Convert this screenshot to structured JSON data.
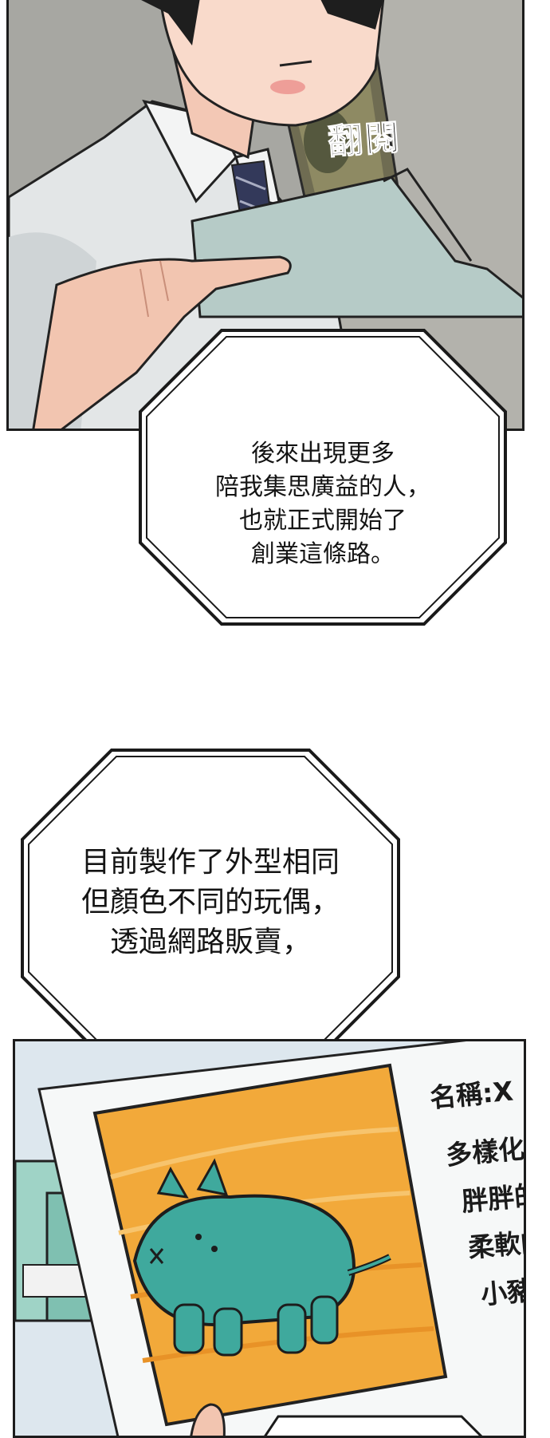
{
  "panel_top": {
    "sound_effect": "翻閱",
    "caption_lines": [
      "後來出現更多",
      "陪我集思廣益的人，",
      "也就正式開始了",
      "創業這條路。"
    ]
  },
  "panel_middle": {
    "caption_lines": [
      "目前製作了外型相同",
      "但顏色不同的玩偶，",
      "透過網路販賣，"
    ]
  },
  "panel_bottom": {
    "card": {
      "name_label": "名稱:X",
      "lines": [
        "多樣化",
        "胖胖的",
        "柔軟的",
        "小豬"
      ]
    }
  },
  "colors": {
    "toy": "#3fa99d",
    "photo_bg": "#f2a93a",
    "shirt": "#e6e8e9",
    "folder": "#b8ccc9"
  }
}
